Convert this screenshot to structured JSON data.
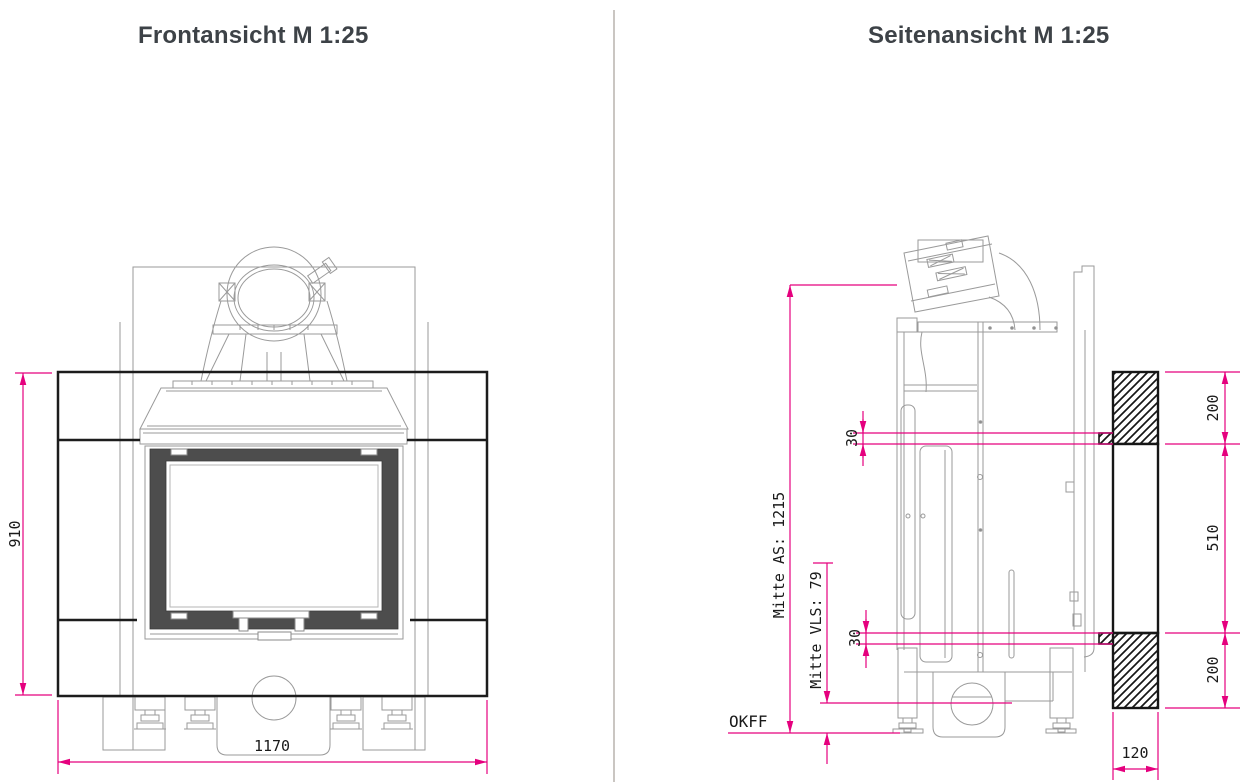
{
  "front_view": {
    "title": "Frontansicht M 1:25",
    "dim_height": "910",
    "dim_width": "1170"
  },
  "side_view": {
    "title": "Seitenansicht M 1:25",
    "dim_flue_center": "Mitte AS: 1215",
    "dim_air_center": "Mitte VLS: 79",
    "floor_label": "OKFF",
    "dim_anchor_upper": "30",
    "dim_anchor_lower": "30",
    "dim_wall_top": "200",
    "dim_wall_opening": "510",
    "dim_wall_bottom": "200",
    "dim_wall_thickness": "120"
  },
  "colors": {
    "dimension_line": "#e5007e",
    "dimension_text": "#1a1a1a",
    "drawing_line": "#9a9a9a",
    "section_line": "#1c1c1c",
    "title_text": "#3d4247",
    "door_frame_fill": "#4d4d4d"
  }
}
